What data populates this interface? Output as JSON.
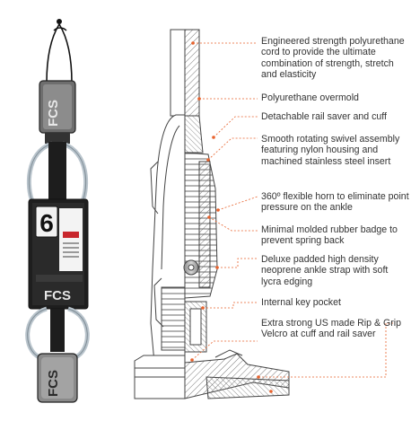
{
  "colors": {
    "leader": "#e8622c",
    "text": "#333333",
    "outline": "#555555",
    "leash_body": "#2a2a2a",
    "cord": "#b9c4cc",
    "band": "#ffffff",
    "accent_red": "#c8262c"
  },
  "product": {
    "brand": "FCS",
    "size": "6"
  },
  "callouts": [
    {
      "id": "cord",
      "text": "Engineered strength polyurethane cord to provide the ultimate combination of strength, stretch and elasticity"
    },
    {
      "id": "overmold",
      "text": "Polyurethane overmold"
    },
    {
      "id": "rail-saver",
      "text": "Detachable rail saver and cuff"
    },
    {
      "id": "swivel",
      "text": "Smooth rotating swivel assembly featuring nylon housing and machined stainless steel insert"
    },
    {
      "id": "horn",
      "text": "360º flexible horn to eliminate point pressure on the ankle"
    },
    {
      "id": "badge",
      "text": "Minimal molded rubber badge to prevent spring back"
    },
    {
      "id": "strap",
      "text": "Deluxe padded high density neoprene ankle strap with soft lycra edging"
    },
    {
      "id": "key-pocket",
      "text": "Internal key pocket"
    },
    {
      "id": "velcro",
      "text": "Extra strong US made Rip & Grip Velcro at cuff and rail saver"
    }
  ]
}
